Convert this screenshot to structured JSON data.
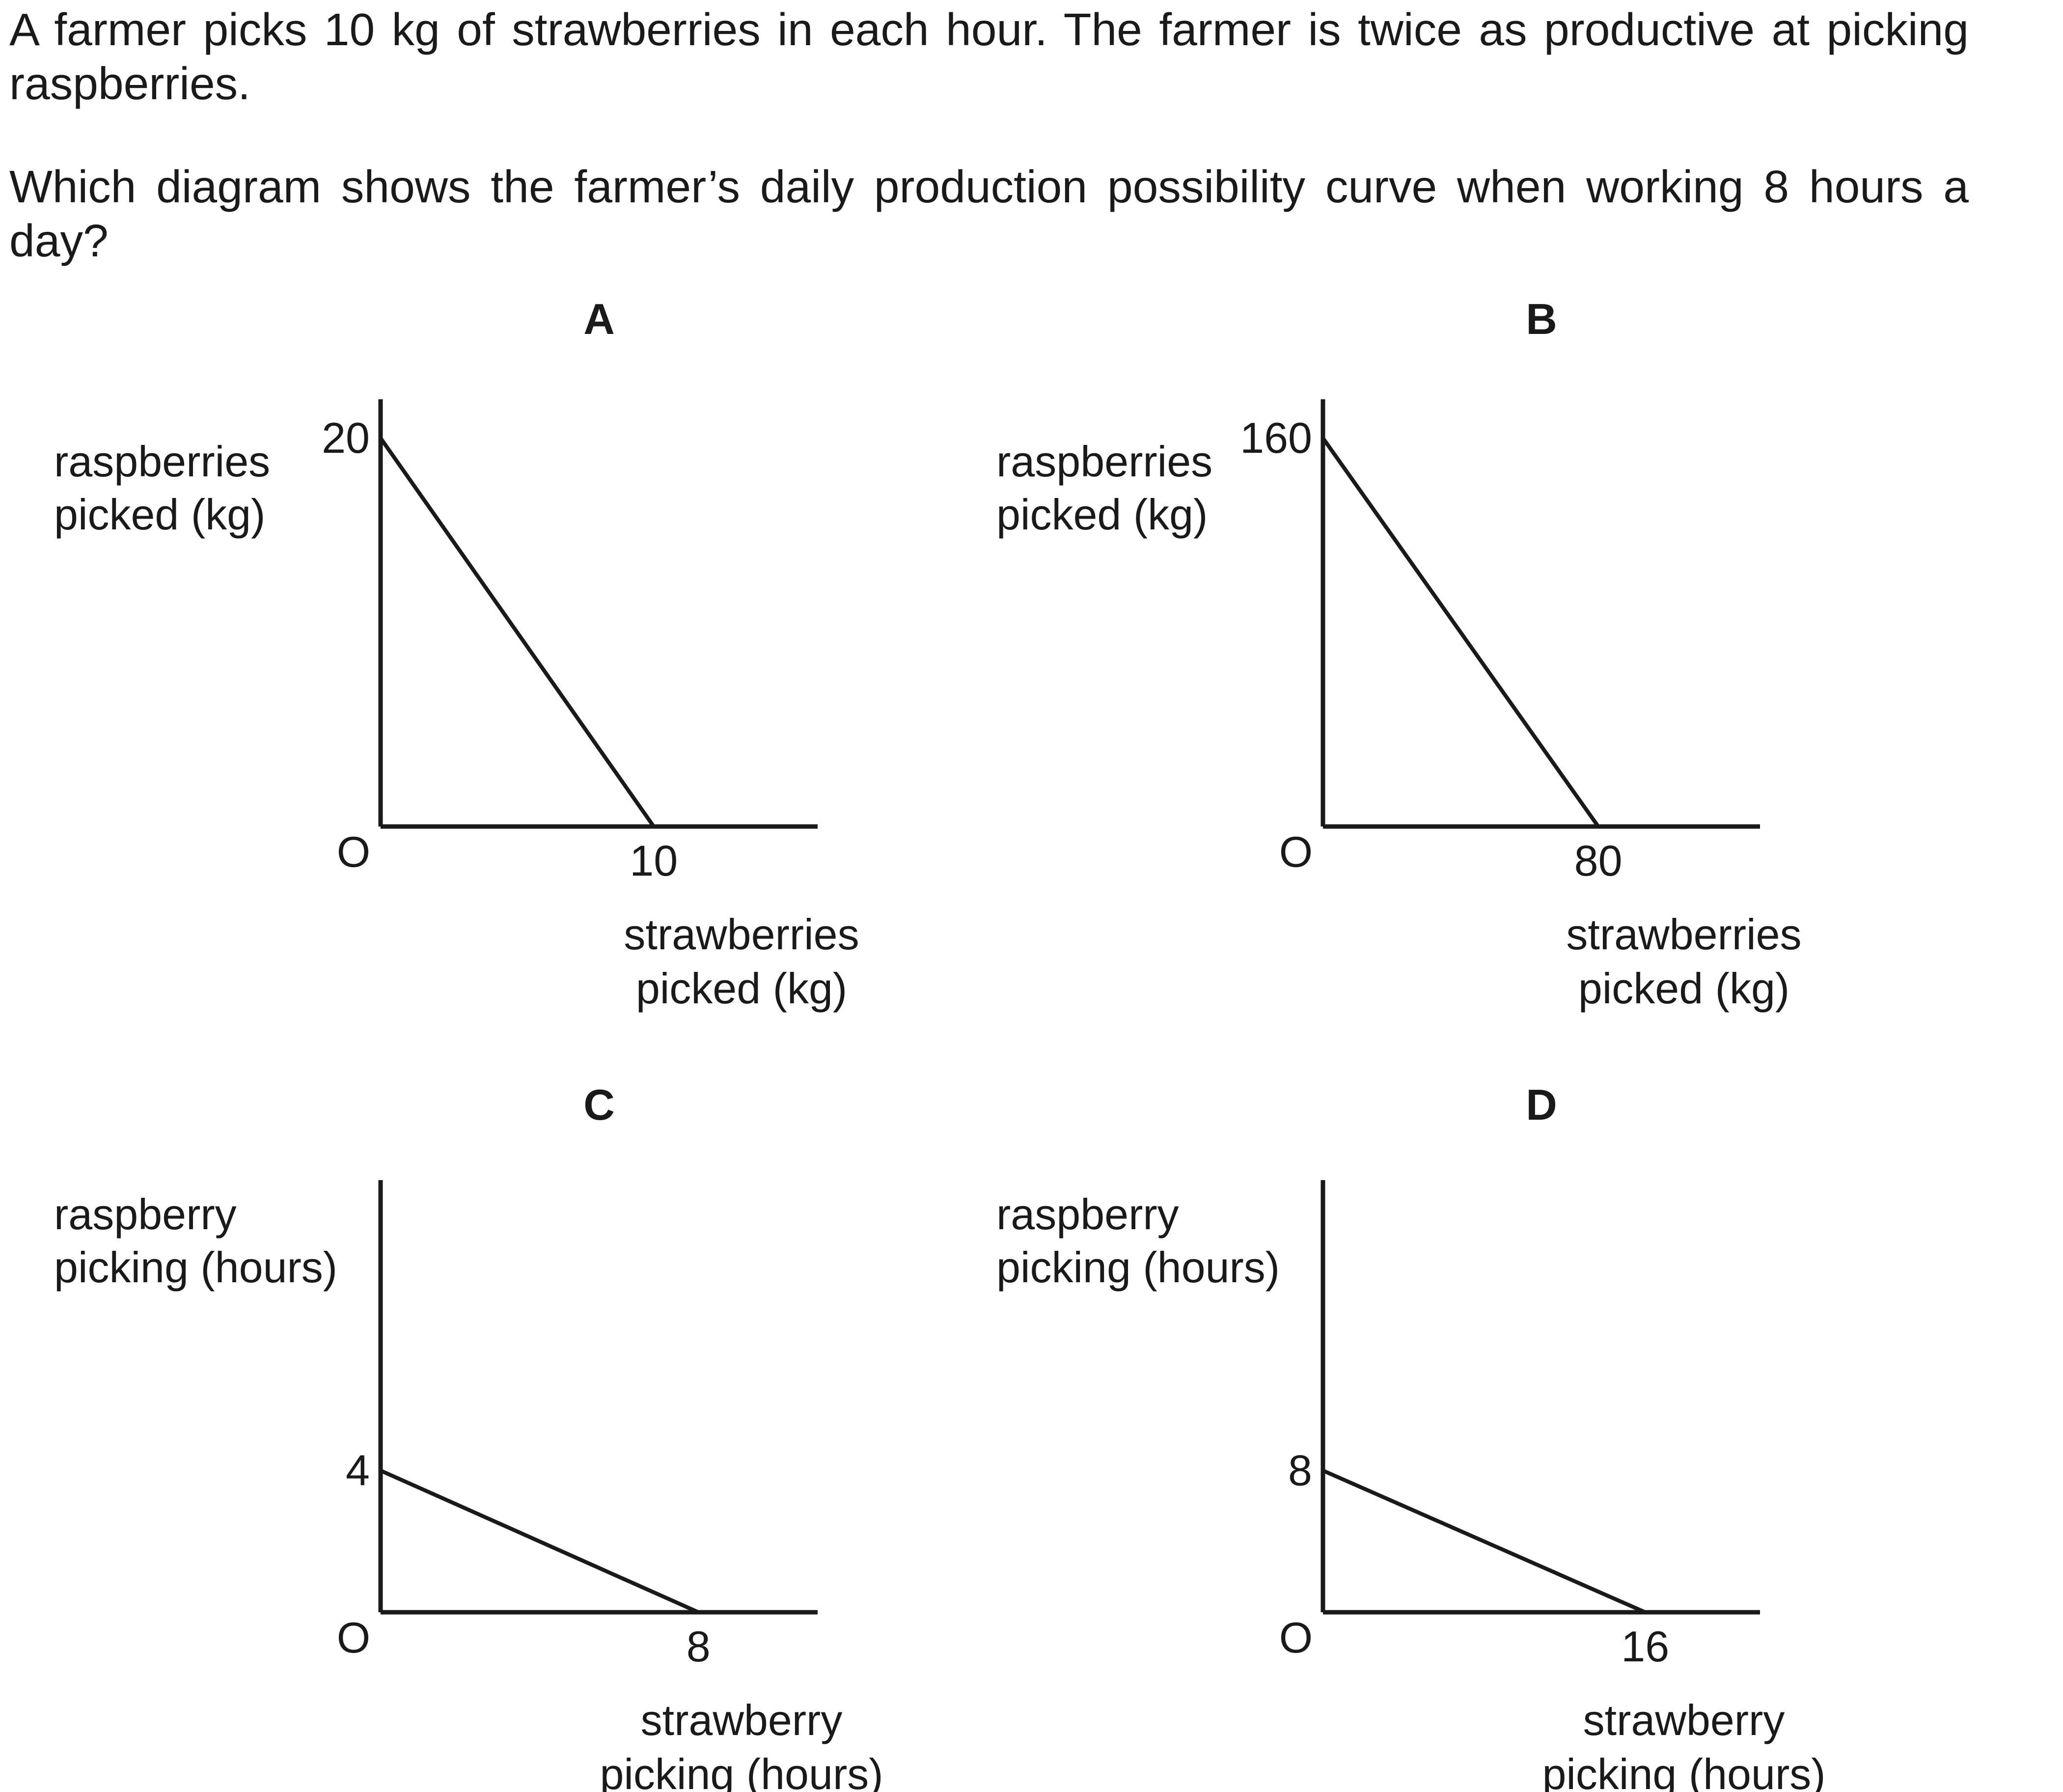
{
  "question": {
    "paragraph1": "A farmer picks 10 kg of strawberries in each hour. The farmer is twice as productive at picking raspberries.",
    "paragraph2": "Which diagram shows the farmer’s daily production possibility curve when working 8 hours a day?"
  },
  "origin_label": "O",
  "chart_data": [
    {
      "type": "line",
      "panel": "A",
      "ylabel": [
        "raspberries",
        "picked (kg)"
      ],
      "xlabel": [
        "strawberries",
        "picked (kg)"
      ],
      "y_tick_label": "20",
      "x_tick_label": "10",
      "series": [
        {
          "x": [
            0,
            10
          ],
          "y": [
            20,
            0
          ]
        }
      ],
      "xlim": [
        0,
        16
      ],
      "ylim": [
        0,
        22
      ],
      "grid": false
    },
    {
      "type": "line",
      "panel": "B",
      "ylabel": [
        "raspberries",
        "picked (kg)"
      ],
      "xlabel": [
        "strawberries",
        "picked (kg)"
      ],
      "y_tick_label": "160",
      "x_tick_label": "80",
      "series": [
        {
          "x": [
            0,
            80
          ],
          "y": [
            160,
            0
          ]
        }
      ],
      "xlim": [
        0,
        127
      ],
      "ylim": [
        0,
        176
      ],
      "grid": false
    },
    {
      "type": "line",
      "panel": "C",
      "ylabel": [
        "raspberry",
        "picking (hours)"
      ],
      "xlabel": [
        "strawberry",
        "picking (hours)"
      ],
      "y_tick_label": "4",
      "x_tick_label": "8",
      "series": [
        {
          "x": [
            0,
            8
          ],
          "y": [
            4,
            0
          ]
        }
      ],
      "xlim": [
        0,
        11
      ],
      "ylim": [
        0,
        12.2
      ],
      "grid": false
    },
    {
      "type": "line",
      "panel": "D",
      "ylabel": [
        "raspberry",
        "picking (hours)"
      ],
      "xlabel": [
        "strawberry",
        "picking (hours)"
      ],
      "y_tick_label": "8",
      "x_tick_label": "16",
      "series": [
        {
          "x": [
            0,
            16
          ],
          "y": [
            8,
            0
          ]
        }
      ],
      "xlim": [
        0,
        21.7
      ],
      "ylim": [
        0,
        24.4
      ],
      "grid": false
    }
  ]
}
